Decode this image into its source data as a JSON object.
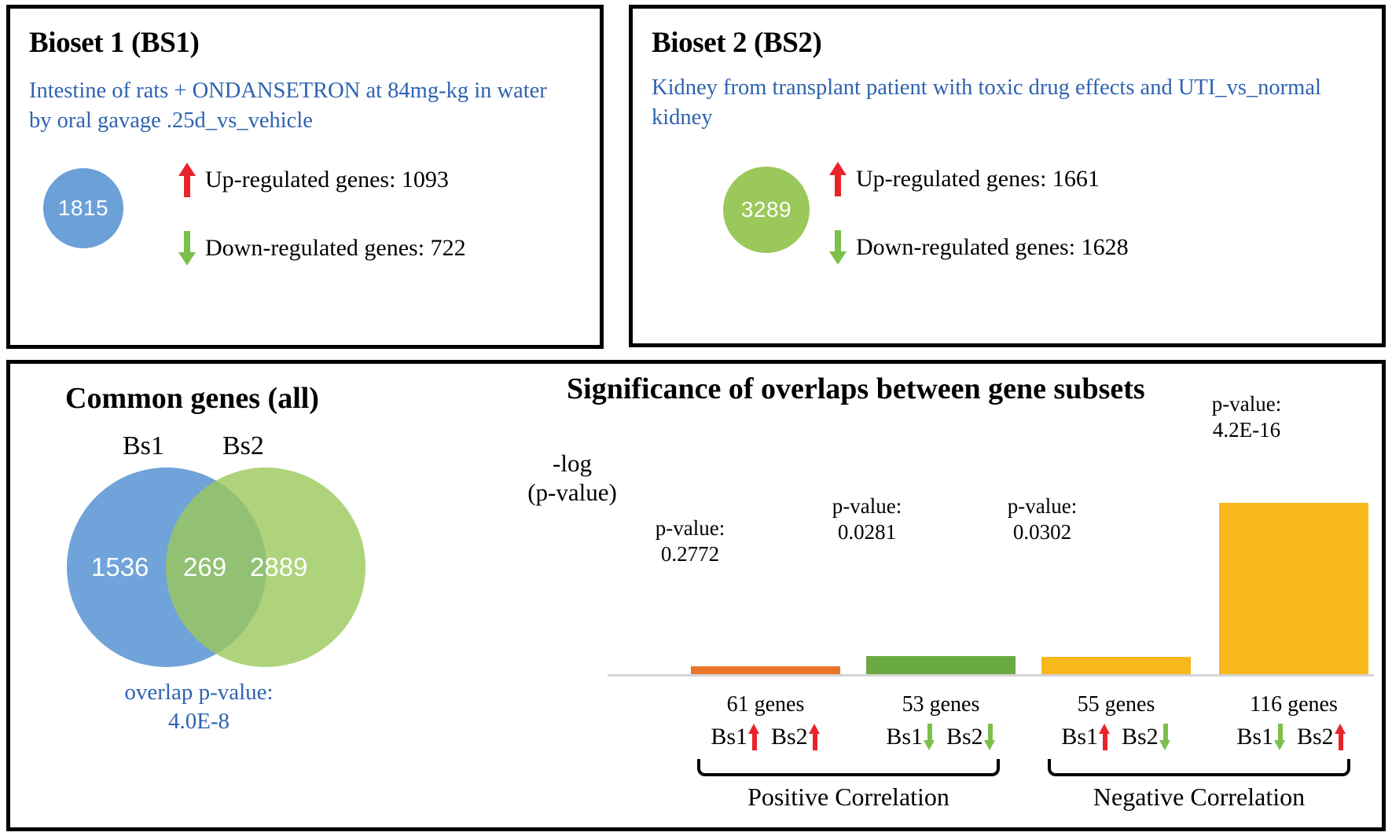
{
  "bioset1": {
    "title": "Bioset 1 (BS1)",
    "description": "Intestine of rats + ONDANSETRON at 84mg-kg in water by oral gavage .25d_vs_vehicle",
    "total_genes": "1815",
    "bubble_color": "#6BA0D8",
    "up_label": "Up-regulated genes: 1093",
    "down_label": "Down-regulated genes: 722",
    "up_icon": "arrow-up-red-icon",
    "down_icon": "arrow-down-green-icon"
  },
  "bioset2": {
    "title": "Bioset 2 (BS2)",
    "description": "Kidney from transplant patient with toxic drug effects and UTI_vs_normal kidney",
    "total_genes": "3289",
    "bubble_color": "#9BC85A",
    "up_label": "Up-regulated genes: 1661",
    "down_label": "Down-regulated genes: 1628",
    "up_icon": "arrow-up-red-icon",
    "down_icon": "arrow-down-green-icon"
  },
  "venn": {
    "title": "Common genes (all)",
    "left_set_label": "Bs1",
    "right_set_label": "Bs2",
    "left_only": "1536",
    "intersection": "269",
    "right_only": "2889",
    "left_color": "#6BA0D8",
    "right_color": "#9BC85A",
    "pvalue_caption": "overlap p-value:",
    "pvalue": "4.0E-8",
    "pvalue_color": "#2E63B0"
  },
  "chart_data": {
    "type": "bar",
    "title": "Significance of overlaps between gene subsets",
    "ylabel": "-log\n(p-value)",
    "ylabel_line1": "-log",
    "ylabel_line2": "(p-value)",
    "xlabel": "",
    "grid": false,
    "legend": false,
    "categories": [
      "Bs1 up / Bs2 up",
      "Bs1 down / Bs2 down",
      "Bs1 up / Bs2 down",
      "Bs1 down / Bs2 up"
    ],
    "pvalues": [
      0.2772,
      0.0281,
      0.0302,
      4.2e-16
    ],
    "pvalue_labels": [
      "0.2772",
      "0.0281",
      "0.0302",
      "4.2E-16"
    ],
    "values": [
      0.557,
      1.551,
      1.52,
      15.377
    ],
    "ylim": [
      0,
      17
    ],
    "gene_counts": [
      "61 genes",
      "53 genes",
      "55 genes",
      "116 genes"
    ],
    "bar_colors": [
      "#E8752A",
      "#6BAA42",
      "#F7B81B",
      "#F7B81B"
    ],
    "pvalue_prefix": "p-value:",
    "bars": [
      {
        "pvalue_label": "0.2772",
        "genes": "61 genes",
        "color": "#E8752A",
        "set1": "Bs1",
        "set1_dir": "up",
        "set1_arrow": "arrow-up-red-icon",
        "set2": "Bs2",
        "set2_dir": "up",
        "set2_arrow": "arrow-up-red-icon"
      },
      {
        "pvalue_label": "0.0281",
        "genes": "53 genes",
        "color": "#6BAA42",
        "set1": "Bs1",
        "set1_dir": "down",
        "set1_arrow": "arrow-down-green-icon",
        "set2": "Bs2",
        "set2_dir": "down",
        "set2_arrow": "arrow-down-green-icon"
      },
      {
        "pvalue_label": "0.0302",
        "genes": "55 genes",
        "color": "#F7B81B",
        "set1": "Bs1",
        "set1_dir": "up",
        "set1_arrow": "arrow-up-red-icon",
        "set2": "Bs2",
        "set2_dir": "down",
        "set2_arrow": "arrow-down-green-icon"
      },
      {
        "pvalue_label": "4.2E-16",
        "genes": "116 genes",
        "color": "#F7B81B",
        "set1": "Bs1",
        "set1_dir": "down",
        "set1_arrow": "arrow-down-green-icon",
        "set2": "Bs2",
        "set2_dir": "up",
        "set2_arrow": "arrow-up-red-icon"
      }
    ],
    "groups": [
      {
        "label": "Positive Correlation",
        "bars": [
          0,
          1
        ]
      },
      {
        "label": "Negative Correlation",
        "bars": [
          2,
          3
        ]
      }
    ]
  },
  "colors": {
    "blue_text": "#2E63B0",
    "arrow_up": "#E8242A",
    "arrow_down": "#7CBF4A",
    "panel_border": "#000000",
    "baseline": "#D4D4D4"
  }
}
